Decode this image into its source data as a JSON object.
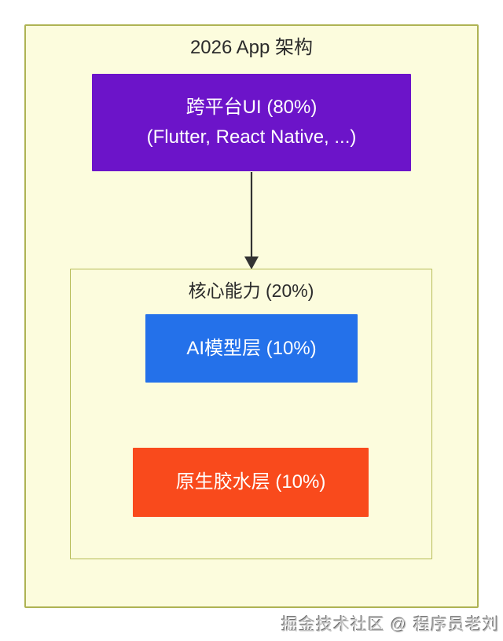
{
  "diagram": {
    "title": "2026 App 架构",
    "nodes": {
      "cross_platform": {
        "line1": "跨平台UI (80%)",
        "line2": "(Flutter, React Native, ...)",
        "fill": "#6c14c9"
      },
      "ai_model": {
        "label": "AI模型层 (10%)",
        "fill": "#2471ea"
      },
      "native_glue": {
        "label": "原生胶水层 (10%)",
        "fill": "#f94a1c"
      }
    },
    "group": {
      "title": "核心能力 (20%)"
    },
    "colors": {
      "canvas_bg": "#fcfcdd",
      "canvas_border": "#aeb353",
      "group_border": "#b6bb56",
      "arrow": "#333333",
      "title_text": "#2b2b2b",
      "node_text": "#ffffff"
    }
  },
  "watermark": {
    "text": "掘金技术社区 @ 程序员老刘"
  }
}
